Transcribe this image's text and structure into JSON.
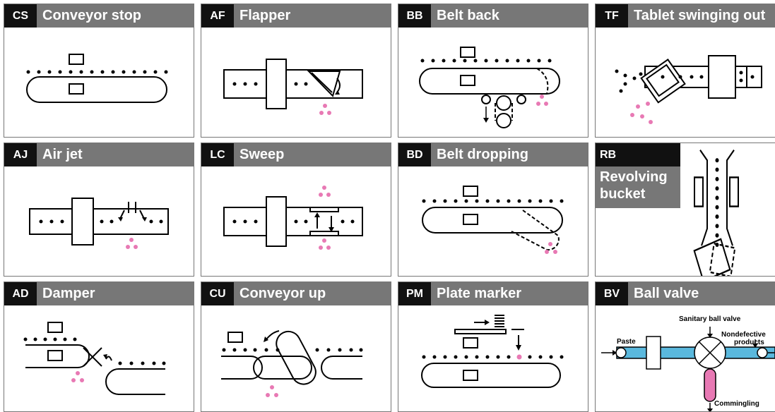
{
  "panels": {
    "cs": {
      "code": "CS",
      "title": "Conveyor stop"
    },
    "af": {
      "code": "AF",
      "title": "Flapper"
    },
    "bb": {
      "code": "BB",
      "title": "Belt back"
    },
    "tf": {
      "code": "TF",
      "title": "Tablet swinging out"
    },
    "aj": {
      "code": "AJ",
      "title": "Air jet"
    },
    "lc": {
      "code": "LC",
      "title": "Sweep"
    },
    "bd": {
      "code": "BD",
      "title": "Belt dropping"
    },
    "rb": {
      "code": "RB",
      "title_line1": "Revolving",
      "title_line2": "bucket"
    },
    "ad": {
      "code": "AD",
      "title": "Damper"
    },
    "cu": {
      "code": "CU",
      "title": "Conveyor up"
    },
    "pm": {
      "code": "PM",
      "title": "Plate marker"
    },
    "bv": {
      "code": "BV",
      "title": "Ball valve",
      "labels": {
        "sanitary": "Sanitary ball valve",
        "paste": "Paste",
        "nondefective_1": "Nondefective",
        "nondefective_2": "products",
        "commingling": "Commingling"
      }
    }
  },
  "colors": {
    "header": "#777777",
    "code_bg": "#111111",
    "reject": "#e879b4",
    "pipe": "#5ab8dd",
    "line": "#000000"
  }
}
